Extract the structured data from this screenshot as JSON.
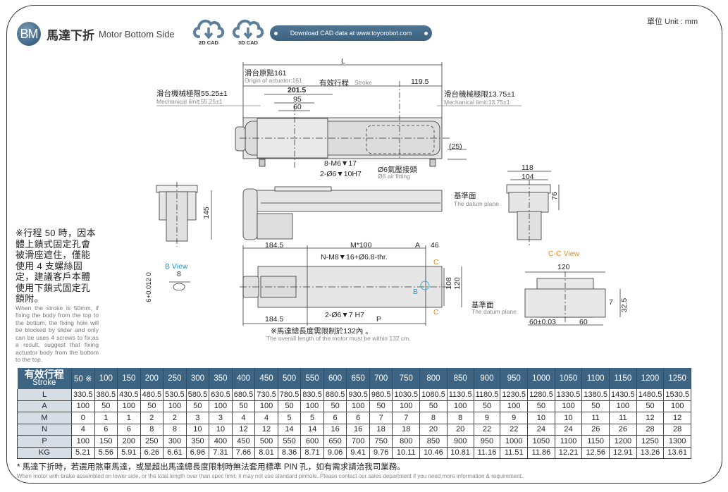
{
  "header": {
    "badge": "BM",
    "title_zh": "馬達下折",
    "title_en": "Motor Bottom Side",
    "cad_buttons": [
      {
        "icon": "cloud-download-icon",
        "label": "2D CAD"
      },
      {
        "icon": "cloud-download-icon",
        "label": "3D CAD"
      }
    ],
    "download_text": "Download CAD data at www.toyorobot.com",
    "unit": "單位 Unit : mm"
  },
  "top_view": {
    "L": "L",
    "origin_zh": "滑台原點161",
    "origin_en": "Origin of actuator:161",
    "stroke_zh": "有效行程",
    "stroke_en": "Stroke",
    "d_119_5": "119.5",
    "mech_left_zh": "滑台機械極限55.25±1",
    "mech_left_en": "Mechanical limit:55.25±1",
    "mech_right_zh": "滑台機械極限13.75±1",
    "mech_right_en": "Mechanical limit:13.75±1",
    "d_201_5": "201.5",
    "d_95": "95",
    "d_60": "60",
    "d_25": "(25)",
    "holes_m6": "8-M6▼17",
    "holes_pin": "2-Ø6▼10H7",
    "air_zh": "Ø6氣壓接頭",
    "air_en": "Ø6 air fitting"
  },
  "side_view": {
    "d_145": "145"
  },
  "end_view": {
    "d_118": "118",
    "d_104": "104",
    "d_76": "76",
    "datum_zh": "基準面",
    "datum_en": "The datum plane"
  },
  "bottom_view": {
    "d_184_5_top": "184.5",
    "m100": "M*100",
    "A": "A",
    "d_46": "46",
    "holes_m8": "N-M8▼16+Ø6.8-thr.",
    "c_top": "C",
    "c_bottom": "C",
    "B": "B",
    "d_108": "108",
    "d_120": "120",
    "holes_pin": "2-Ø6▼7 H7",
    "d_184_5_bottom": "184.5",
    "P": "P",
    "motor_note_zh": "※馬達總長度需限制於132內 。",
    "motor_note_en": "The overall length of the motor must be within 132 cm."
  },
  "b_view": {
    "title": "B View",
    "d_8": "8",
    "tol": "6+0.012 0"
  },
  "cc_view": {
    "title": "C-C View",
    "d_120": "120",
    "d_7": "7",
    "d_32_5": "32.5",
    "d_60_tol": "60±0.03",
    "d_60": "60",
    "datum_zh": "基準面",
    "datum_en": "The datum plane"
  },
  "side_note": {
    "zh": "※行程 50 時，因本體上鎖式固定孔會被滑座遮住，僅能使用 4 支螺絲固定，建議客戶本體使用下鎖式固定孔鎖附。",
    "en": "When the stroke is 50mm, if fixing the body from the top to the bottom, the fixing hole will be blocked by slider and only can be uses 4 screws to fix;as a result, suggest that fixing actuator body from the bottom to the top."
  },
  "spec_table": {
    "head_zh": "有效行程",
    "head_en": "Stroke",
    "strokes": [
      "50 ※",
      "100",
      "150",
      "200",
      "250",
      "300",
      "350",
      "400",
      "450",
      "500",
      "550",
      "600",
      "650",
      "700",
      "750",
      "800",
      "850",
      "900",
      "950",
      "1000",
      "1050",
      "1100",
      "1150",
      "1200",
      "1250"
    ],
    "rows": [
      {
        "label": "L",
        "values": [
          "330.5",
          "380.5",
          "430.5",
          "480.5",
          "530.5",
          "580.5",
          "630.5",
          "680.5",
          "730.5",
          "780.5",
          "830.5",
          "880.5",
          "930.5",
          "980.5",
          "1030.5",
          "1080.5",
          "1130.5",
          "1180.5",
          "1230.5",
          "1280.5",
          "1330.5",
          "1380.5",
          "1430.5",
          "1480.5",
          "1530.5"
        ]
      },
      {
        "label": "A",
        "values": [
          "100",
          "50",
          "100",
          "50",
          "100",
          "50",
          "100",
          "50",
          "100",
          "50",
          "100",
          "50",
          "100",
          "50",
          "100",
          "50",
          "100",
          "50",
          "100",
          "50",
          "100",
          "50",
          "100",
          "50",
          "100"
        ]
      },
      {
        "label": "M",
        "values": [
          "0",
          "1",
          "1",
          "2",
          "2",
          "3",
          "3",
          "4",
          "4",
          "5",
          "5",
          "6",
          "6",
          "7",
          "7",
          "8",
          "8",
          "9",
          "9",
          "10",
          "10",
          "11",
          "11",
          "12",
          "12"
        ]
      },
      {
        "label": "N",
        "values": [
          "4",
          "6",
          "6",
          "8",
          "8",
          "10",
          "10",
          "12",
          "12",
          "14",
          "14",
          "16",
          "16",
          "18",
          "18",
          "20",
          "20",
          "22",
          "22",
          "24",
          "24",
          "26",
          "26",
          "28",
          "28"
        ]
      },
      {
        "label": "P",
        "values": [
          "100",
          "150",
          "200",
          "250",
          "300",
          "350",
          "400",
          "450",
          "500",
          "550",
          "600",
          "650",
          "700",
          "750",
          "800",
          "850",
          "900",
          "950",
          "1000",
          "1050",
          "1100",
          "1150",
          "1200",
          "1250",
          "1300"
        ]
      },
      {
        "label": "KG",
        "values": [
          "5.21",
          "5.56",
          "5.91",
          "6.26",
          "6.61",
          "6.96",
          "7.31",
          "7.66",
          "8.01",
          "8.36",
          "8.71",
          "9.06",
          "9.41",
          "9.76",
          "10.11",
          "10.46",
          "10.81",
          "11.16",
          "11.51",
          "11.86",
          "12.21",
          "12.56",
          "12.91",
          "13.26",
          "13.61"
        ]
      }
    ]
  },
  "footnote": {
    "zh": "* 馬達下折時，若選用煞車馬達，或是超出馬達總長度限制時無法套用標準 PIN 孔，如有需求請洽我司業務。",
    "en": "When motor with brake assembled on lower side, or the total length over than spec limit, it may not use standard pinhole. Please contact our sales department if you need more information & requirement."
  }
}
